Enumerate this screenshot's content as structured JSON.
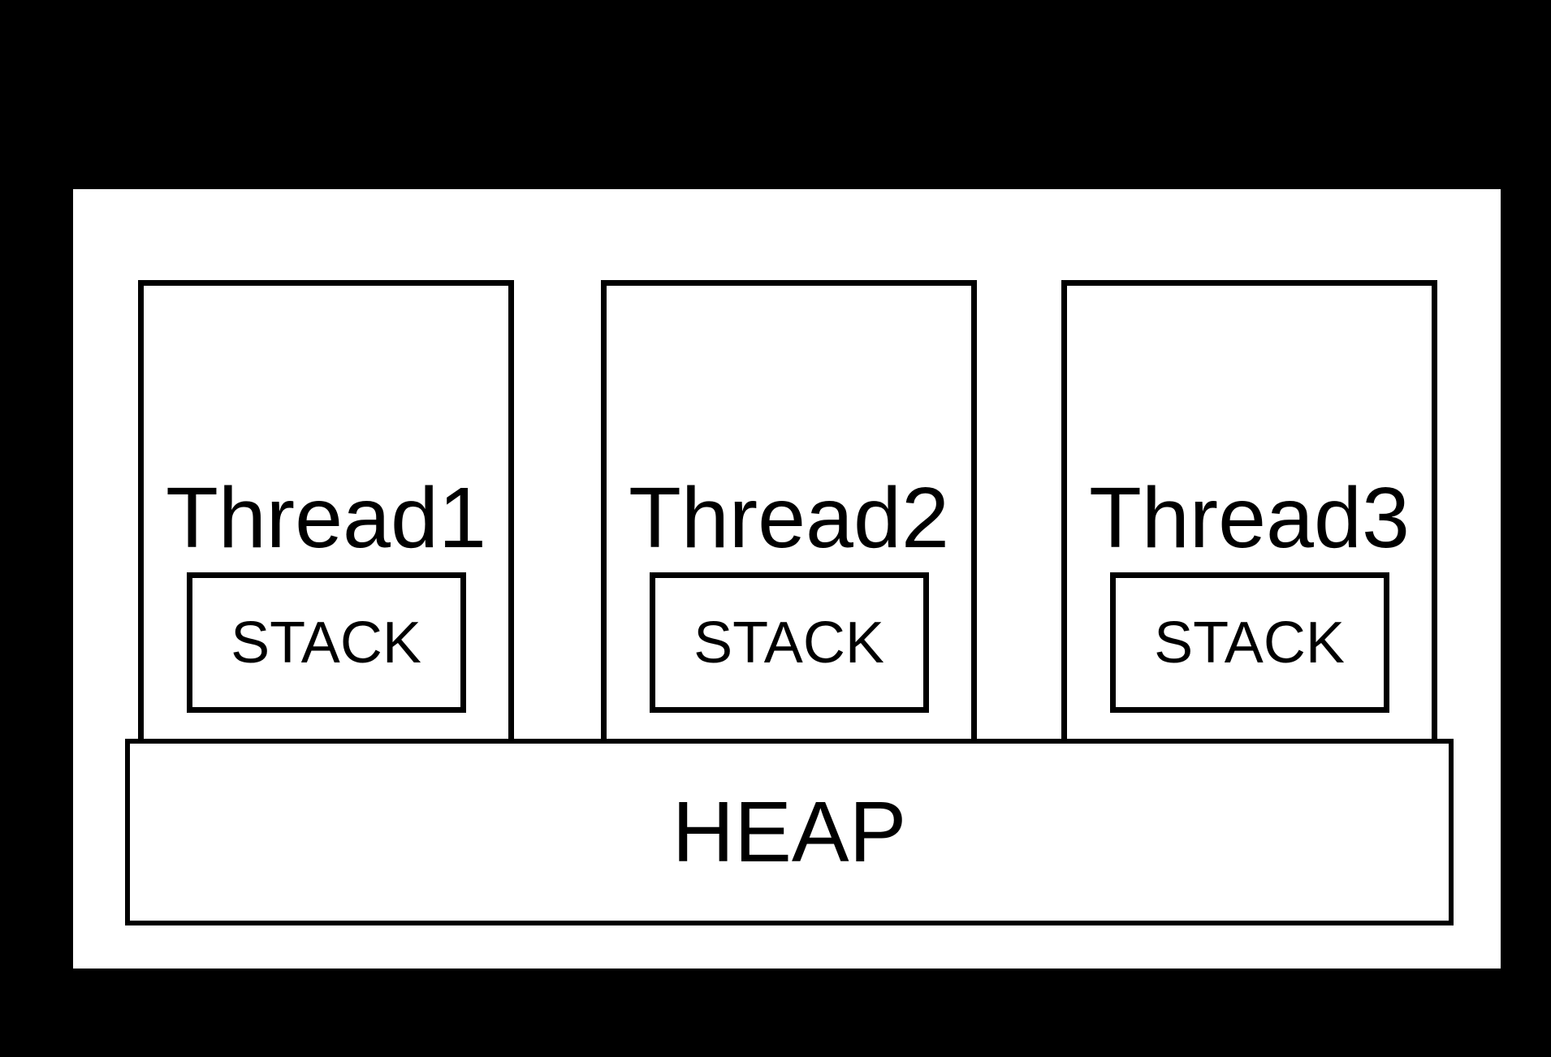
{
  "diagram": {
    "background_color": "#000000",
    "process_fill": "#ffffff",
    "line_color": "#000000",
    "threads": [
      {
        "label": "Thread1",
        "stack_label": "STACK"
      },
      {
        "label": "Thread2",
        "stack_label": "STACK"
      },
      {
        "label": "Thread3",
        "stack_label": "STACK"
      }
    ],
    "heap_label": "HEAP"
  }
}
